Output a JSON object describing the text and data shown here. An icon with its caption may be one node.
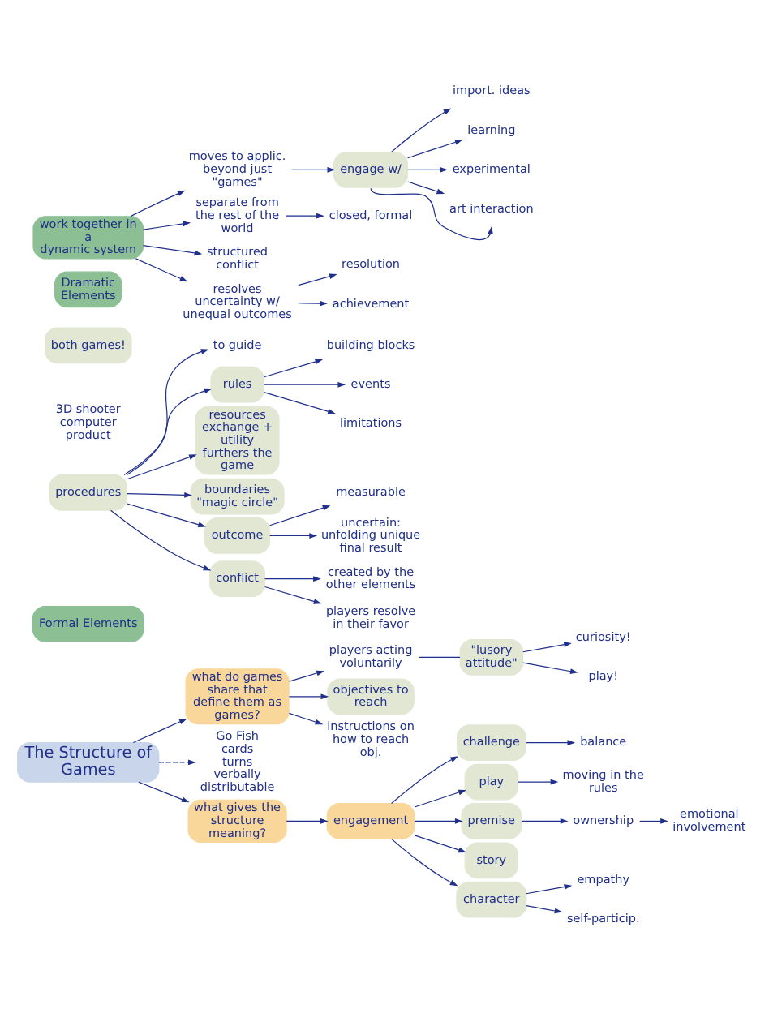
{
  "diagram": {
    "nodes": [
      {
        "text": [
          "what do games share that define them as",
          "games?"
        ]
      },
      {
        "text": [
          "Formal Elements"
        ]
      },
      {
        "text": [
          "players acting voluntarily"
        ]
      },
      {
        "text": [
          "\"lusory attitude\""
        ]
      },
      {
        "text": [
          "curiosity!"
        ]
      },
      {
        "text": [
          "play!"
        ]
      },
      {
        "text": [
          "objectives to reach"
        ]
      },
      {
        "text": [
          "instructions on how to reach obj."
        ]
      },
      {
        "text": [
          "procedures"
        ]
      },
      {
        "text": [
          "to guide"
        ]
      },
      {
        "text": [
          "rules"
        ]
      },
      {
        "text": [
          "building blocks"
        ]
      },
      {
        "text": [
          "events"
        ]
      },
      {
        "text": [
          "limitations"
        ]
      },
      {
        "text": [
          "resources",
          "exchange + utility",
          "furthers the game"
        ]
      },
      {
        "text": [
          "boundaries",
          "\"magic circle\""
        ]
      },
      {
        "text": [
          "outcome"
        ]
      },
      {
        "text": [
          "measurable"
        ]
      },
      {
        "text": [
          "uncertain: unfolding unique final result"
        ]
      },
      {
        "text": [
          "conflict"
        ]
      },
      {
        "text": [
          "created by the other elements"
        ]
      },
      {
        "text": [
          "players resolve in their favor"
        ]
      },
      {
        "text": [
          "The Structure of Games"
        ]
      },
      {
        "text": [
          "Go Fish",
          "cards",
          "turns",
          "verbally distributable"
        ]
      },
      {
        "text": [
          "3D shooter",
          "computer",
          "product"
        ]
      },
      {
        "text": [
          "both games!"
        ]
      },
      {
        "text": [
          "what gives the structure",
          "meaning?"
        ]
      },
      {
        "text": [
          "Dramatic Elements"
        ]
      },
      {
        "text": [
          "engagement"
        ]
      },
      {
        "text": [
          "challenge"
        ]
      },
      {
        "text": [
          "balance"
        ]
      },
      {
        "text": [
          "play"
        ]
      },
      {
        "text": [
          "moving in the rules"
        ]
      },
      {
        "text": [
          "premise"
        ]
      },
      {
        "text": [
          "ownership"
        ]
      },
      {
        "text": [
          "emotional involvement"
        ]
      },
      {
        "text": [
          "story"
        ]
      },
      {
        "text": [
          "character"
        ]
      },
      {
        "text": [
          "empathy"
        ]
      },
      {
        "text": [
          "self-particip."
        ]
      },
      {
        "text": [
          "moves to applic. beyond just \"games\""
        ]
      },
      {
        "text": [
          "engage w/"
        ]
      },
      {
        "text": [
          "import. ideas"
        ]
      },
      {
        "text": [
          "learning"
        ]
      },
      {
        "text": [
          "experimental"
        ]
      },
      {
        "text": [
          "art interaction"
        ]
      },
      {
        "text": [
          "work together in a",
          "dynamic system"
        ]
      },
      {
        "text": [
          "separate from the rest of the world"
        ]
      },
      {
        "text": [
          "closed, formal"
        ]
      },
      {
        "text": [
          "structured conflict"
        ]
      },
      {
        "text": [
          "resolves uncertainty w/ unequal outcomes"
        ]
      },
      {
        "text": [
          "resolution"
        ]
      },
      {
        "text": [
          "achievement"
        ]
      }
    ],
    "edges": [
      {
        "from": 22,
        "to": 0,
        "arrow": "to"
      },
      {
        "from": 22,
        "to": 23,
        "arrow": "to",
        "style": "dashed"
      },
      {
        "from": 22,
        "to": 26,
        "arrow": "to"
      },
      {
        "from": 0,
        "to": 2,
        "arrow": "to"
      },
      {
        "from": 0,
        "to": 6,
        "arrow": "to"
      },
      {
        "from": 0,
        "to": 7,
        "arrow": "to"
      },
      {
        "from": 2,
        "to": 3,
        "arrow": "none"
      },
      {
        "from": 3,
        "to": 4,
        "arrow": "to"
      },
      {
        "from": 3,
        "to": 5,
        "arrow": "to"
      },
      {
        "from": 8,
        "to": 9,
        "arrow": "to"
      },
      {
        "from": 8,
        "to": 10,
        "arrow": "to"
      },
      {
        "from": 8,
        "to": 14,
        "arrow": "to"
      },
      {
        "from": 8,
        "to": 15,
        "arrow": "to"
      },
      {
        "from": 8,
        "to": 16,
        "arrow": "to"
      },
      {
        "from": 8,
        "to": 19,
        "arrow": "to"
      },
      {
        "from": 10,
        "to": 11,
        "arrow": "to"
      },
      {
        "from": 10,
        "to": 13,
        "arrow": "to"
      },
      {
        "from": 10,
        "to": 12,
        "arrow": "to"
      },
      {
        "from": 16,
        "to": 17,
        "arrow": "to"
      },
      {
        "from": 16,
        "to": 18,
        "arrow": "to"
      },
      {
        "from": 19,
        "to": 20,
        "arrow": "to"
      },
      {
        "from": 19,
        "to": 21,
        "arrow": "to"
      },
      {
        "from": 26,
        "to": 28,
        "arrow": "to"
      },
      {
        "from": 28,
        "to": 29,
        "arrow": "to"
      },
      {
        "from": 28,
        "to": 31,
        "arrow": "to"
      },
      {
        "from": 28,
        "to": 33,
        "arrow": "to"
      },
      {
        "from": 28,
        "to": 36,
        "arrow": "to"
      },
      {
        "from": 28,
        "to": 37,
        "arrow": "to"
      },
      {
        "from": 29,
        "to": 30,
        "arrow": "to"
      },
      {
        "from": 31,
        "to": 32,
        "arrow": "to"
      },
      {
        "from": 33,
        "to": 34,
        "arrow": "to"
      },
      {
        "from": 34,
        "to": 35,
        "arrow": "to"
      },
      {
        "from": 37,
        "to": 38,
        "arrow": "to"
      },
      {
        "from": 37,
        "to": 39,
        "arrow": "to"
      },
      {
        "from": 40,
        "to": 41,
        "arrow": "to"
      },
      {
        "from": 41,
        "to": 42,
        "arrow": "to"
      },
      {
        "from": 41,
        "to": 43,
        "arrow": "to"
      },
      {
        "from": 41,
        "to": 44,
        "arrow": "to"
      },
      {
        "from": 41,
        "to": 45,
        "arrow": "to"
      },
      {
        "from": 41,
        "to": 45,
        "arrow": "to"
      },
      {
        "from": 46,
        "to": 40,
        "arrow": "to"
      },
      {
        "from": 46,
        "to": 47,
        "arrow": "to"
      },
      {
        "from": 46,
        "to": 49,
        "arrow": "to"
      },
      {
        "from": 46,
        "to": 50,
        "arrow": "to"
      },
      {
        "from": 47,
        "to": 48,
        "arrow": "to"
      },
      {
        "from": 50,
        "to": 51,
        "arrow": "to"
      },
      {
        "from": 50,
        "to": 52,
        "arrow": "to"
      }
    ]
  }
}
